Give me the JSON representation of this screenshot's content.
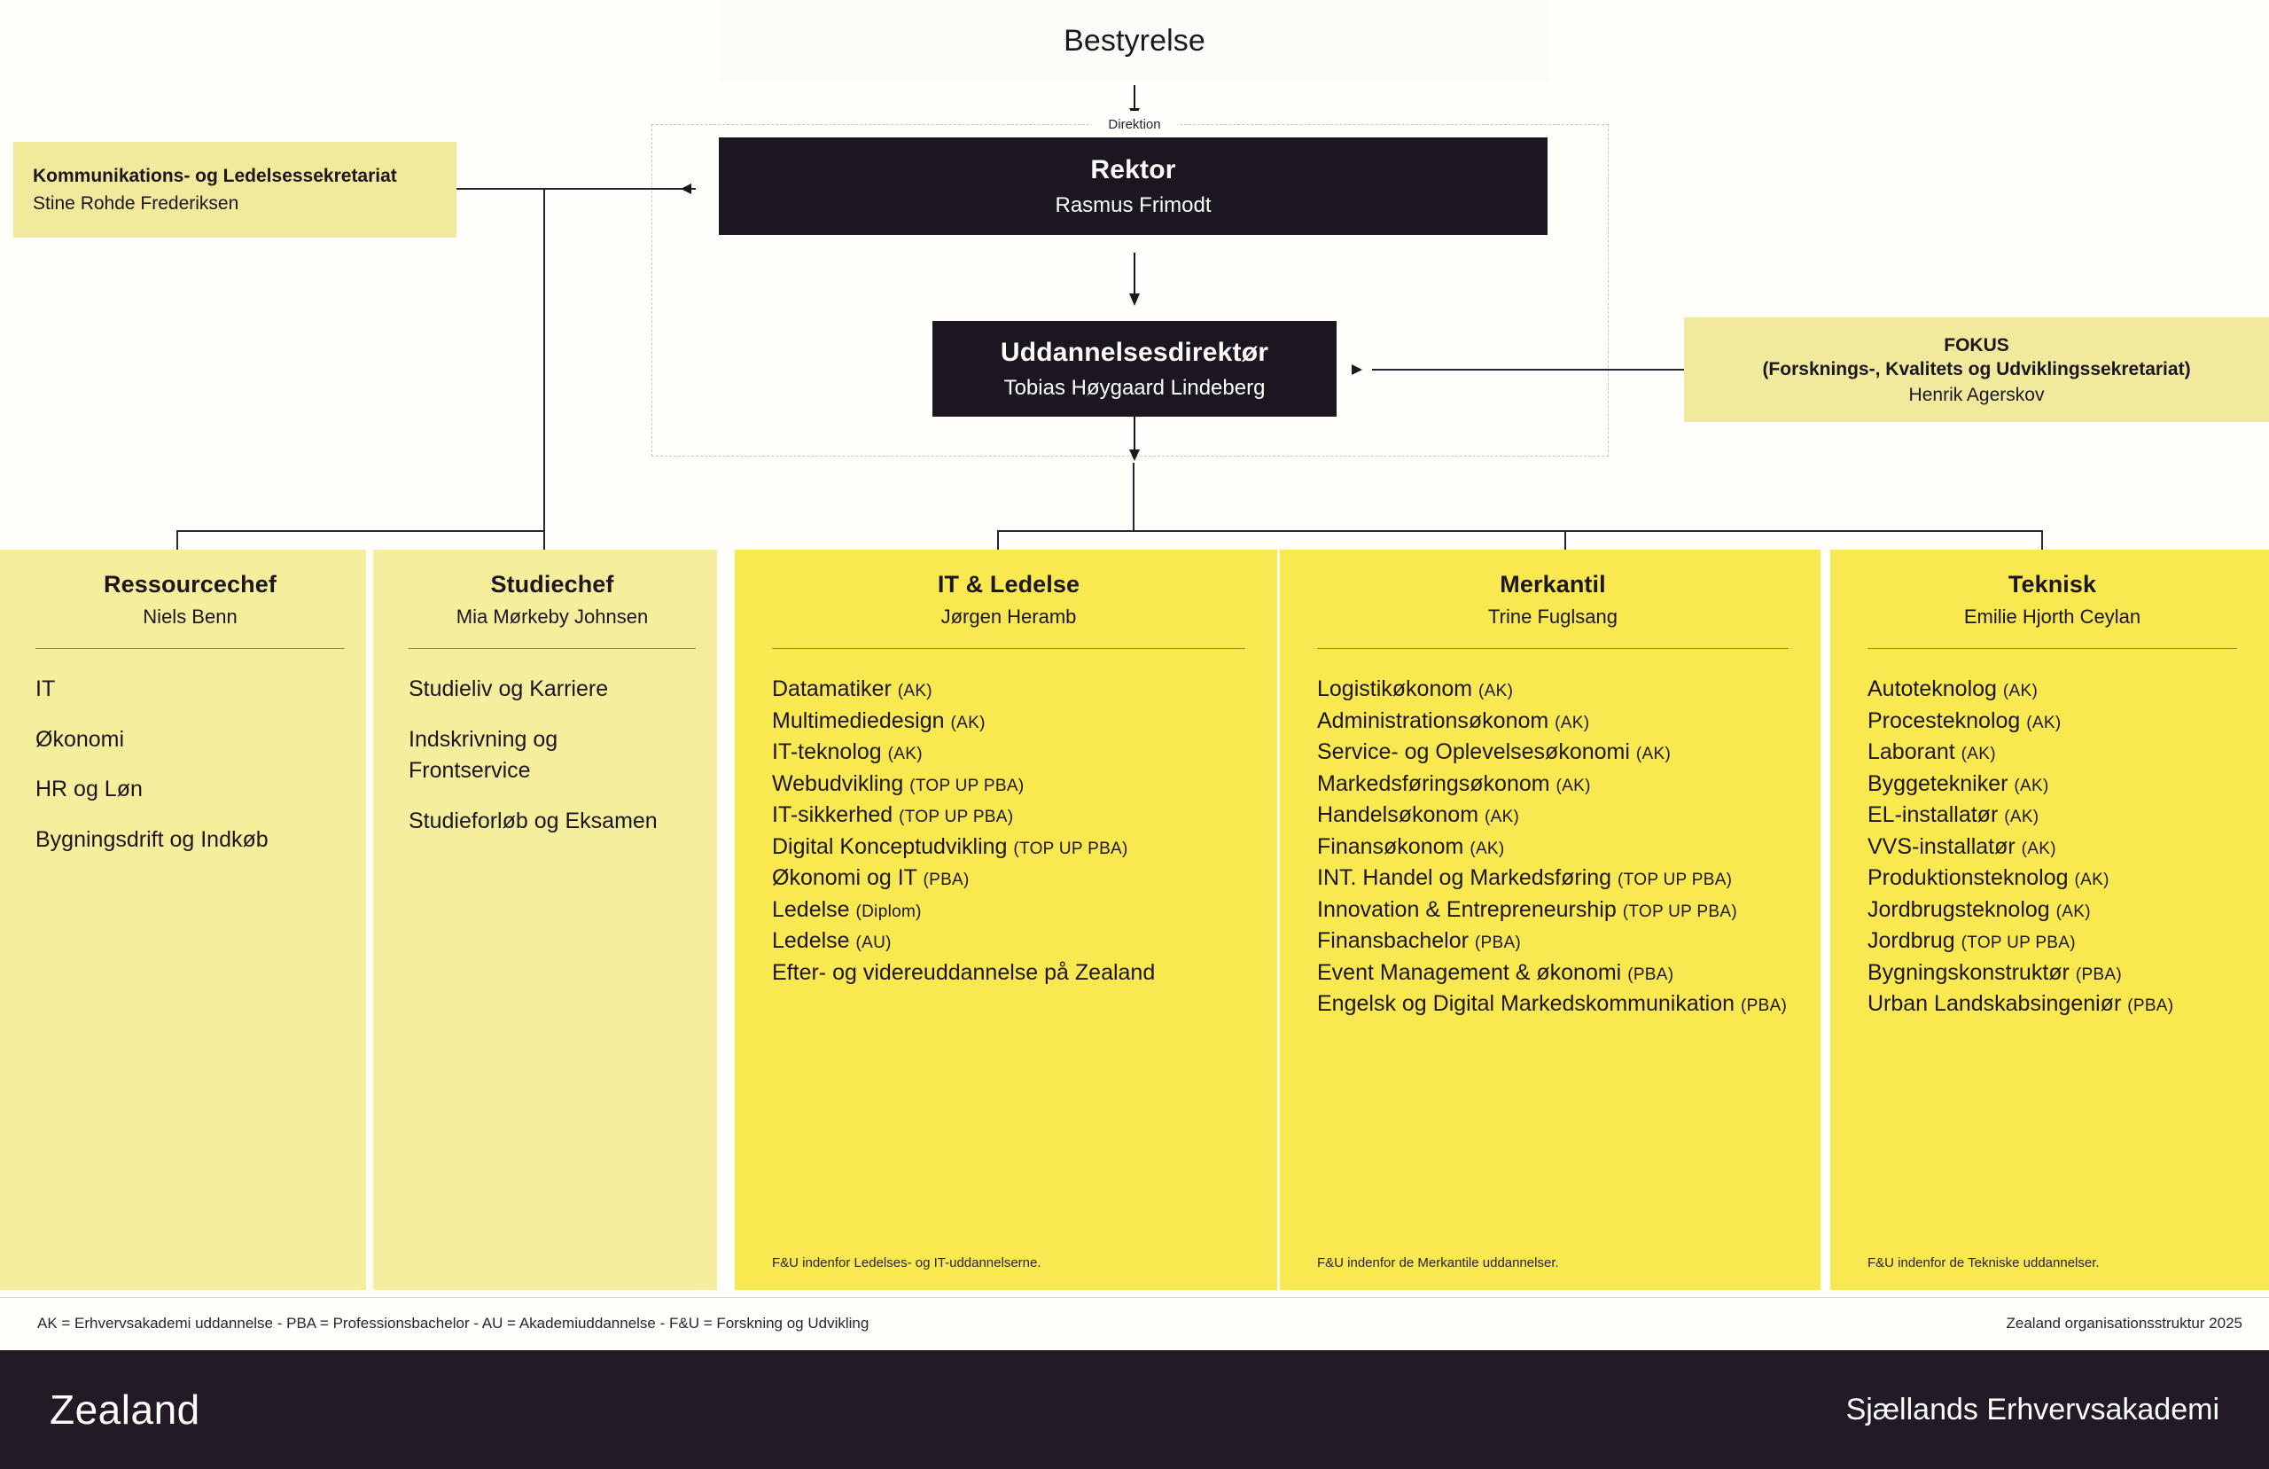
{
  "page": {
    "background_color": "#FFFEFA",
    "accent_bright_yellow": "#F9E84F",
    "accent_light_yellow": "#F1EA9C",
    "dark_color": "#1C1620"
  },
  "board": {
    "title": "Bestyrelse"
  },
  "direktion": {
    "label": "Direktion",
    "rektor": {
      "role": "Rektor",
      "person": "Rasmus Frimodt"
    },
    "uddannelsesdirektoer": {
      "role": "Uddannelsesdirektør",
      "person": "Tobias Høygaard Lindeberg"
    }
  },
  "secretariats": {
    "left": {
      "title": "Kommunikations- og Ledelsessekretariat",
      "person": "Stine Rohde Frederiksen"
    },
    "right": {
      "title_line1": "FOKUS",
      "title_line2": "(Forsknings-, Kvalitets og Udviklingssekretariat)",
      "person": "Henrik Agerskov"
    }
  },
  "columns": [
    {
      "key": "ressourcechef",
      "tone": "light",
      "title": "Ressourcechef",
      "person": "Niels Benn",
      "items": [
        {
          "name": "IT",
          "suffix": ""
        },
        {
          "name": "Økonomi",
          "suffix": ""
        },
        {
          "name": "HR og Løn",
          "suffix": ""
        },
        {
          "name": "Bygningsdrift og Indkøb",
          "suffix": ""
        }
      ],
      "footnote": ""
    },
    {
      "key": "studiechef",
      "tone": "light",
      "title": "Studiechef",
      "person": "Mia Mørkeby Johnsen",
      "items": [
        {
          "name": "Studieliv og Karriere",
          "suffix": ""
        },
        {
          "name": "Indskrivning og Frontservice",
          "suffix": ""
        },
        {
          "name": "Studieforløb og Eksamen",
          "suffix": ""
        }
      ],
      "footnote": ""
    },
    {
      "key": "it-ledelse",
      "tone": "bright",
      "title": "IT & Ledelse",
      "person": "Jørgen Heramb",
      "items": [
        {
          "name": "Datamatiker",
          "suffix": "(AK)"
        },
        {
          "name": "Multimediedesign",
          "suffix": "(AK)"
        },
        {
          "name": "IT-teknolog",
          "suffix": "(AK)"
        },
        {
          "name": "Webudvikling",
          "suffix": "(TOP UP PBA)"
        },
        {
          "name": "IT-sikkerhed",
          "suffix": "(TOP UP PBA)"
        },
        {
          "name": "Digital Konceptudvikling",
          "suffix": "(TOP UP PBA)"
        },
        {
          "name": "Økonomi og IT",
          "suffix": "(PBA)"
        },
        {
          "name": "Ledelse",
          "suffix": "(Diplom)"
        },
        {
          "name": "Ledelse",
          "suffix": "(AU)"
        },
        {
          "name": "Efter- og videreuddannelse på Zealand",
          "suffix": ""
        }
      ],
      "footnote": "F&U indenfor Ledelses- og IT-uddannelserne."
    },
    {
      "key": "merkantil",
      "tone": "bright",
      "title": "Merkantil",
      "person": "Trine Fuglsang",
      "items": [
        {
          "name": "Logistikøkonom",
          "suffix": "(AK)"
        },
        {
          "name": "Administrationsøkonom",
          "suffix": "(AK)"
        },
        {
          "name": "Service- og Oplevelsesøkonomi",
          "suffix": "(AK)"
        },
        {
          "name": "Markedsføringsøkonom",
          "suffix": "(AK)"
        },
        {
          "name": "Handelsøkonom",
          "suffix": "(AK)"
        },
        {
          "name": "Finansøkonom",
          "suffix": "(AK)"
        },
        {
          "name": "INT. Handel og Markedsføring",
          "suffix": "(TOP UP PBA)"
        },
        {
          "name": "Innovation & Entrepreneurship",
          "suffix": "(TOP UP PBA)"
        },
        {
          "name": "Finansbachelor",
          "suffix": "(PBA)"
        },
        {
          "name": "Event Management & økonomi",
          "suffix": "(PBA)"
        },
        {
          "name": "Engelsk og Digital Markedskommunikation",
          "suffix": "(PBA)"
        }
      ],
      "footnote": "F&U indenfor de Merkantile uddannelser."
    },
    {
      "key": "teknisk",
      "tone": "bright",
      "title": "Teknisk",
      "person": "Emilie Hjorth Ceylan",
      "items": [
        {
          "name": "Autoteknolog",
          "suffix": "(AK)"
        },
        {
          "name": "Procesteknolog",
          "suffix": "(AK)"
        },
        {
          "name": "Laborant",
          "suffix": "(AK)"
        },
        {
          "name": "Byggetekniker",
          "suffix": "(AK)"
        },
        {
          "name": "EL-installatør",
          "suffix": "(AK)"
        },
        {
          "name": "VVS-installatør",
          "suffix": "(AK)"
        },
        {
          "name": "Produktionsteknolog",
          "suffix": "(AK)"
        },
        {
          "name": "Jordbrugsteknolog",
          "suffix": "(AK)"
        },
        {
          "name": "Jordbrug",
          "suffix": "(TOP UP PBA)"
        },
        {
          "name": "Bygningskonstruktør",
          "suffix": "(PBA)"
        },
        {
          "name": "Urban Landskabsingeniør",
          "suffix": "(PBA)"
        }
      ],
      "footnote": "F&U indenfor de Tekniske uddannelser."
    }
  ],
  "legend": {
    "abbreviations": "AK = Erhvervsakademi uddannelse  -  PBA = Professionsbachelor  -  AU = Akademiuddannelse  -  F&U = Forskning og Udvikling",
    "document_title": "Zealand organisationsstruktur 2025"
  },
  "footer": {
    "brand": "Zealand",
    "tagline": "Sjællands Erhvervsakademi"
  }
}
